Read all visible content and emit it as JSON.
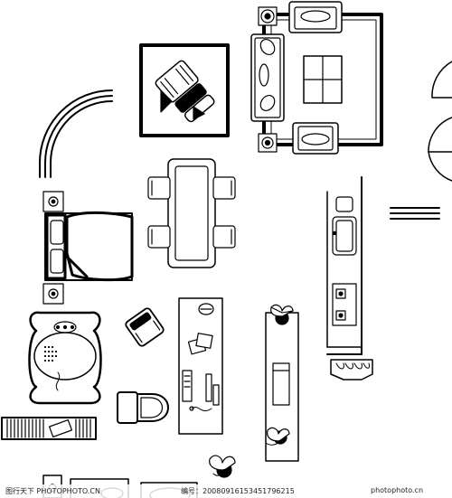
{
  "image": {
    "type": "furniture floor-plan clipart",
    "background": "#ffffff",
    "stroke": "#000000",
    "fill_light": "#ffffff",
    "fill_dark": "#000000"
  },
  "watermark": {
    "left_text": "图行天下 PHOTOPHOTO.CN",
    "center_text": "编号：20080916153451796215",
    "right_text": "photophoto.cn"
  },
  "symbols": [
    "living-room-set",
    "lounge-chair",
    "curved-wall",
    "dining-set",
    "bed-with-nightstands",
    "kitchen-counter",
    "bath-tub",
    "armchair",
    "office-desk",
    "planter-bench",
    "toilet",
    "bookshelf",
    "potted-plant",
    "coat-rack",
    "window-lines",
    "door-swing"
  ]
}
